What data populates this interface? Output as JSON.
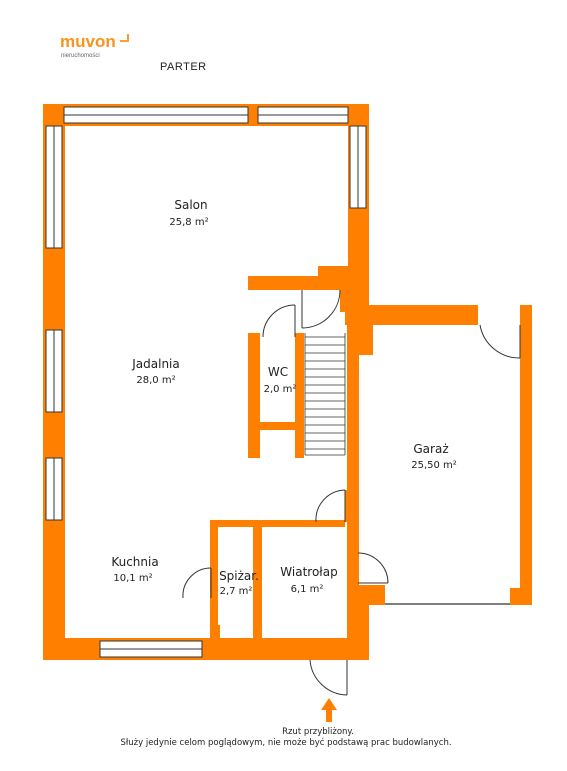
{
  "logo": {
    "brand": "muvon",
    "sub": "nieruchomości"
  },
  "floor_label": "PARTER",
  "rooms": [
    {
      "name": "Salon",
      "area": "25,8 m²"
    },
    {
      "name": "Jadalnia",
      "area": "28,0 m²"
    },
    {
      "name": "WC",
      "area": "2,0 m²"
    },
    {
      "name": "Garaż",
      "area": "25,50 m²"
    },
    {
      "name": "Kuchnia",
      "area": "10,1 m²"
    },
    {
      "name": "Spiżar.",
      "area": "2,7 m²"
    },
    {
      "name": "Wiatrołap",
      "area": "6,1 m²"
    }
  ],
  "footer": {
    "line1": "Rzut przybliżony.",
    "line2": "Służy jedynie celom poglądowym, nie może być podstawą prac budowlanych."
  },
  "colors": {
    "wall": "#ff8000",
    "text": "#222222",
    "window": "#ffffff",
    "brand": "#f7941d",
    "brand_dark": "#555555"
  }
}
